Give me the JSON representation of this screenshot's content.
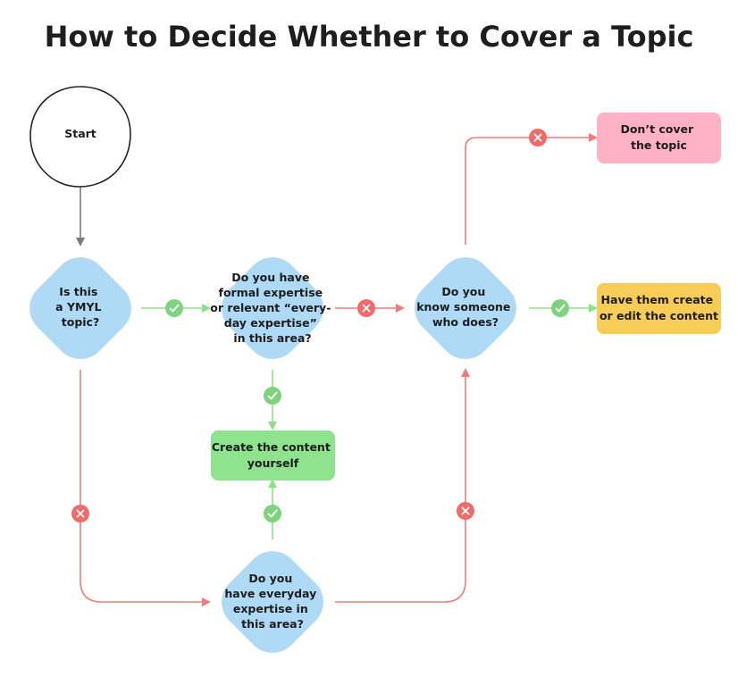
{
  "title": "How to Decide Whether to Cover a Topic",
  "colors": {
    "decision_fill": "#aedaf6",
    "create_yourself_fill": "#8fe28e",
    "dont_cover_fill": "#ffb2c6",
    "have_them_fill": "#f7cd58",
    "yes_line": "#8de08a",
    "no_line": "#f47a7a",
    "neutral_line": "#7c7c7c",
    "yes_badge": "#7fd37e",
    "no_badge": "#f26b6b",
    "start_stroke": "#222222"
  },
  "nodes": {
    "start": {
      "lines": [
        "Start"
      ]
    },
    "ymyl": {
      "lines": [
        "Is this",
        "a YMYL",
        "topic?"
      ]
    },
    "expertise": {
      "lines": [
        "Do you have",
        "formal expertise",
        "or relevant “every-",
        "day expertise”",
        "in this area?"
      ]
    },
    "know": {
      "lines": [
        "Do you",
        "know someone",
        "who does?"
      ]
    },
    "dont_cover": {
      "lines": [
        "Don’t cover",
        "the topic"
      ]
    },
    "have_them": {
      "lines": [
        "Have them create",
        "or edit the content"
      ]
    },
    "create_yourself": {
      "lines": [
        "Create the content",
        "yourself"
      ]
    },
    "everyday": {
      "lines": [
        "Do you",
        "have everyday",
        "expertise in",
        "this area?"
      ]
    }
  },
  "edges": [
    {
      "from": "start",
      "to": "ymyl",
      "kind": "neutral"
    },
    {
      "from": "ymyl",
      "to": "expertise",
      "kind": "yes"
    },
    {
      "from": "expertise",
      "to": "know",
      "kind": "no"
    },
    {
      "from": "know",
      "to": "have_them",
      "kind": "yes"
    },
    {
      "from": "know",
      "to": "dont_cover",
      "kind": "no"
    },
    {
      "from": "expertise",
      "to": "create_yourself",
      "kind": "yes"
    },
    {
      "from": "ymyl",
      "to": "everyday",
      "kind": "no"
    },
    {
      "from": "everyday",
      "to": "create_yourself",
      "kind": "yes"
    },
    {
      "from": "everyday",
      "to": "know",
      "kind": "no"
    }
  ]
}
